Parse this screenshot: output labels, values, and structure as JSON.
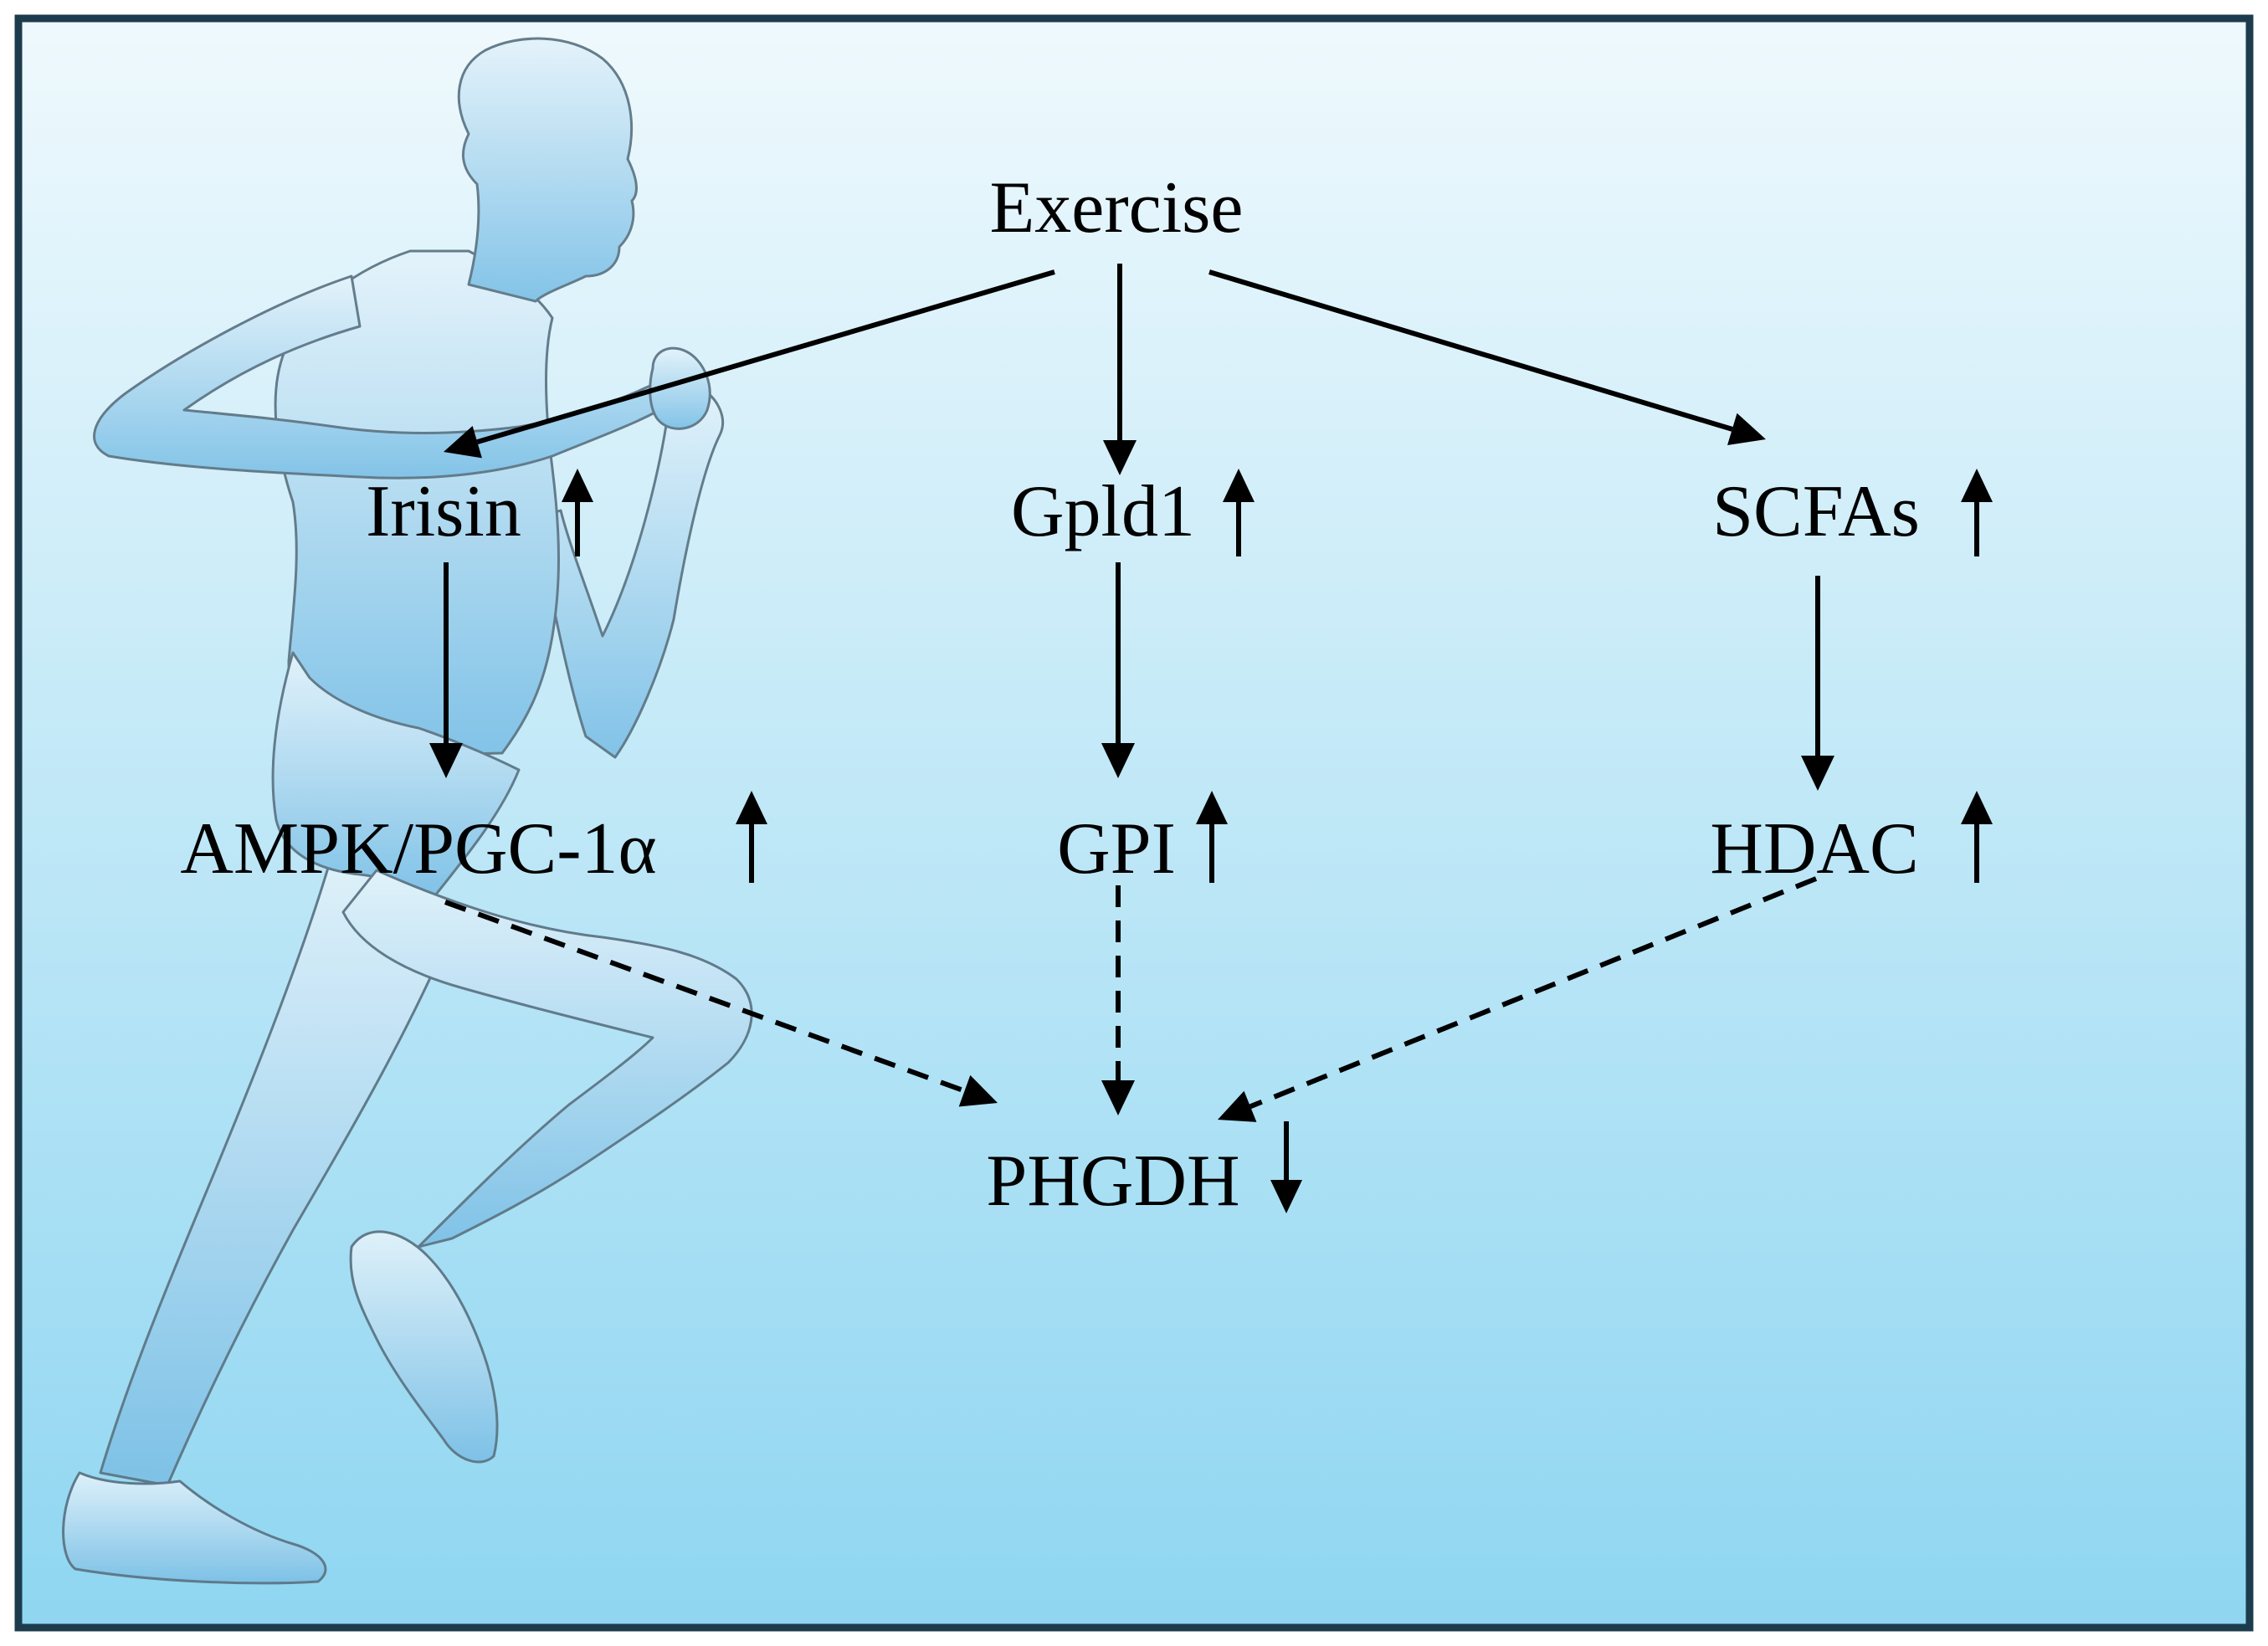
{
  "diagram": {
    "colors": {
      "frame": "#1c3c4e",
      "background_top": "#eff9fd",
      "background_bottom": "#8fd6f1",
      "figure_fill": "#7cc0e6",
      "figure_outline": "#5a7382",
      "ink": "#000000"
    },
    "root": {
      "label": "Exercise"
    },
    "nodes": {
      "irisin": {
        "label": "Irisin",
        "change": "up"
      },
      "gpld1": {
        "label": "Gpld1",
        "change": "up"
      },
      "scfas": {
        "label": "SCFAs",
        "change": "up"
      },
      "ampk": {
        "label": "AMPK/PGC-1α",
        "change": "up"
      },
      "gpi": {
        "label": "GPI",
        "change": "up"
      },
      "hdac": {
        "label": "HDAC",
        "change": "up"
      },
      "phgdh": {
        "label": "PHGDH",
        "change": "down"
      }
    },
    "edges": [
      {
        "from": "Exercise",
        "to": "Irisin",
        "style": "solid"
      },
      {
        "from": "Exercise",
        "to": "Gpld1",
        "style": "solid"
      },
      {
        "from": "Exercise",
        "to": "SCFAs",
        "style": "solid"
      },
      {
        "from": "Irisin",
        "to": "AMPK/PGC-1α",
        "style": "solid"
      },
      {
        "from": "Gpld1",
        "to": "GPI",
        "style": "solid"
      },
      {
        "from": "SCFAs",
        "to": "HDAC",
        "style": "solid"
      },
      {
        "from": "AMPK/PGC-1α",
        "to": "PHGDH",
        "style": "dashed"
      },
      {
        "from": "GPI",
        "to": "PHGDH",
        "style": "dashed"
      },
      {
        "from": "HDAC",
        "to": "PHGDH",
        "style": "dashed"
      }
    ],
    "illustration": "running-person"
  }
}
